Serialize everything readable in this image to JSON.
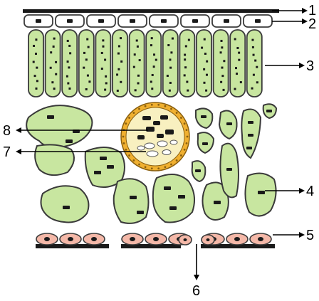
{
  "labels": {
    "l1": "1",
    "l2": "2",
    "l3": "3",
    "l4": "4",
    "l5": "5",
    "l6": "6",
    "l7": "7",
    "l8": "8"
  },
  "colors": {
    "cuticle": "#1a1a1a",
    "epidermis_fill": "#ffffff",
    "palisade_fill": "#c8e6a0",
    "spongy_fill": "#c8e6a0",
    "cell_outline": "#3a3a3a",
    "nucleus": "#1a1a1a",
    "lower_epidermis_fill": "#f4b8a8",
    "vein_border": "#f0b030",
    "vein_fill": "#f8f0c0",
    "xylem_fill": "#ffffff",
    "arrow": "#000000"
  },
  "icons": {
    "arrow": "right-arrow-icon"
  }
}
